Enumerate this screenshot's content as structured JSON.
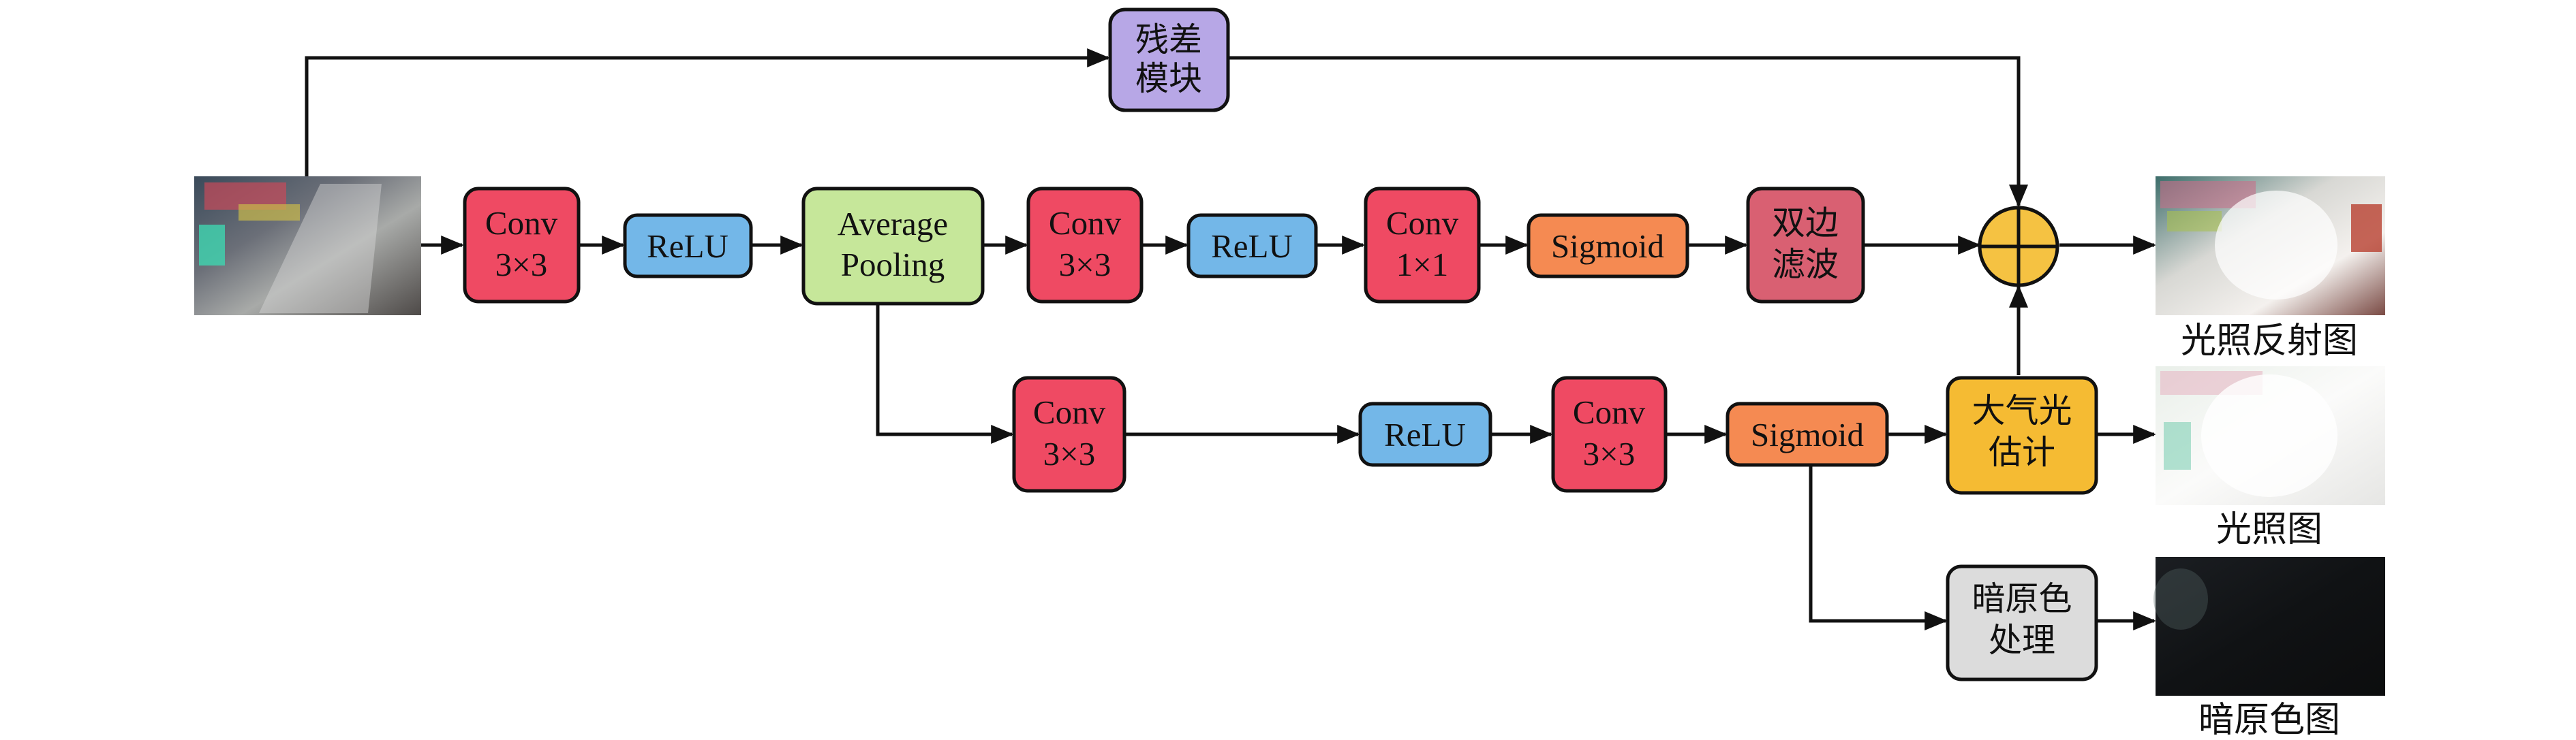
{
  "colors": {
    "conv": "#ef4a63",
    "relu": "#73b7e8",
    "pooling": "#c6e79a",
    "sigmoid": "#f58a52",
    "bilateral": "#d96072",
    "residual": "#b7a7e6",
    "atmos": "#f5bb33",
    "dark_channel": "#dcdcdc",
    "sum_node": "#f5c242",
    "line": "#111111"
  },
  "nodes": {
    "residual": [
      "残差",
      "模块"
    ],
    "conv_a": [
      "Conv",
      "3×3"
    ],
    "relu_a": [
      "ReLU"
    ],
    "pool": [
      "Average",
      "Pooling"
    ],
    "conv_b": [
      "Conv",
      "3×3"
    ],
    "relu_b": [
      "ReLU"
    ],
    "conv_c": [
      "Conv",
      "1×1"
    ],
    "sigmoid_a": [
      "Sigmoid"
    ],
    "bilateral": [
      "双边",
      "滤波"
    ],
    "conv_d": [
      "Conv",
      "3×3"
    ],
    "relu_c": [
      "ReLU"
    ],
    "conv_e": [
      "Conv",
      "3×3"
    ],
    "sigmoid_b": [
      "Sigmoid"
    ],
    "atmos": [
      "大气光",
      "估计"
    ],
    "dark": [
      "暗原色",
      "处理"
    ]
  },
  "captions": {
    "reflect": "光照反射图",
    "illum": "光照图",
    "dark": "暗原色图"
  },
  "images": {
    "input": "input-thumbnail",
    "reflect": "reflectance-thumbnail",
    "illum": "illumination-thumbnail",
    "dark": "dark-channel-thumbnail"
  }
}
